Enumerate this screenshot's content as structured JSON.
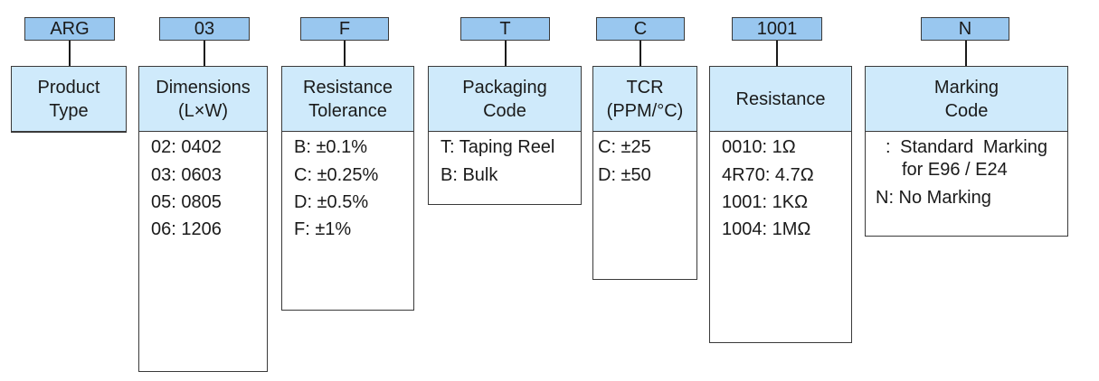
{
  "fields": [
    {
      "code": "ARG",
      "header": [
        "Product",
        "Type"
      ],
      "options": []
    },
    {
      "code": "03",
      "header": [
        "Dimensions",
        "(L×W)"
      ],
      "options": [
        "02: 0402",
        "03: 0603",
        "05: 0805",
        "06: 1206"
      ]
    },
    {
      "code": "F",
      "header": [
        "Resistance",
        "Tolerance"
      ],
      "options": [
        "B: ±0.1%",
        "C: ±0.25%",
        "D: ±0.5%",
        "F: ±1%"
      ]
    },
    {
      "code": "T",
      "header": [
        "Packaging",
        "Code"
      ],
      "options": [
        "T: Taping Reel",
        "B: Bulk"
      ]
    },
    {
      "code": "C",
      "header": [
        "TCR",
        "(PPM/°C)"
      ],
      "options": [
        "C: ±25",
        "D: ±50"
      ]
    },
    {
      "code": "1001",
      "header": [
        "Resistance"
      ],
      "options": [
        "0010: 1Ω",
        "4R70: 4.7Ω",
        "1001: 1KΩ",
        "1004: 1MΩ"
      ]
    },
    {
      "code": "N",
      "header": [
        "Marking",
        "Code"
      ],
      "options": [
        ": Standard Marking",
        "for E96 / E24",
        "N: No Marking"
      ]
    }
  ],
  "colors": {
    "code_fill": "#99c7ef",
    "header_fill": "#cfeafb",
    "border": "#3a3a3a"
  }
}
